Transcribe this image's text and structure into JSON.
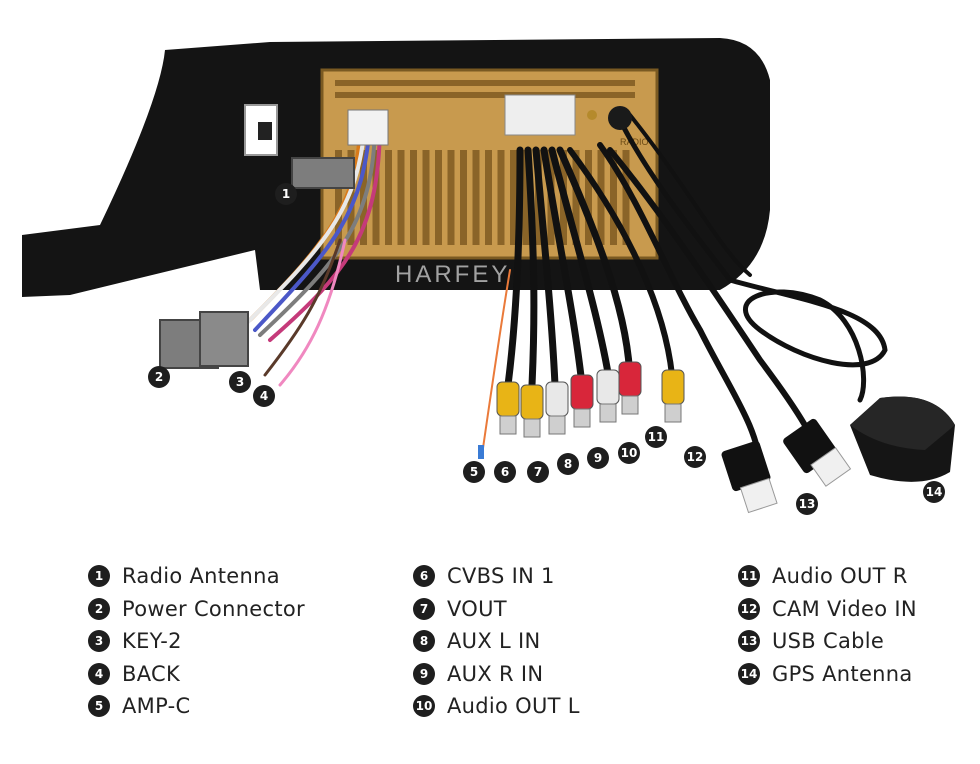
{
  "watermark": "HARFEY",
  "unit_label": "RADIO",
  "callouts": [
    "1",
    "2",
    "3",
    "4",
    "5",
    "6",
    "7",
    "8",
    "9",
    "10",
    "11",
    "12",
    "13",
    "14"
  ],
  "legend": {
    "col1": [
      {
        "num": "1",
        "label": "Radio Antenna"
      },
      {
        "num": "2",
        "label": "Power Connector"
      },
      {
        "num": "3",
        "label": "KEY-2"
      },
      {
        "num": "4",
        "label": "BACK"
      },
      {
        "num": "5",
        "label": "AMP-C"
      }
    ],
    "col2": [
      {
        "num": "6",
        "label": "CVBS IN 1"
      },
      {
        "num": "7",
        "label": "VOUT"
      },
      {
        "num": "8",
        "label": "AUX L IN"
      },
      {
        "num": "9",
        "label": "AUX R IN"
      },
      {
        "num": "10",
        "label": "Audio OUT L"
      }
    ],
    "col3": [
      {
        "num": "11",
        "label": "Audio OUT R"
      },
      {
        "num": "12",
        "label": "CAM Video IN"
      },
      {
        "num": "13",
        "label": "USB Cable"
      },
      {
        "num": "14",
        "label": "GPS Antenna"
      }
    ]
  },
  "colors": {
    "bezel": "#141414",
    "chassis": "#c89a4e",
    "rca_yellow": "#e8b416",
    "rca_red": "#d8263a",
    "rca_white": "#e8e8e8",
    "connector_gray": "#7d7d7d",
    "badge": "#1e1e1e"
  }
}
